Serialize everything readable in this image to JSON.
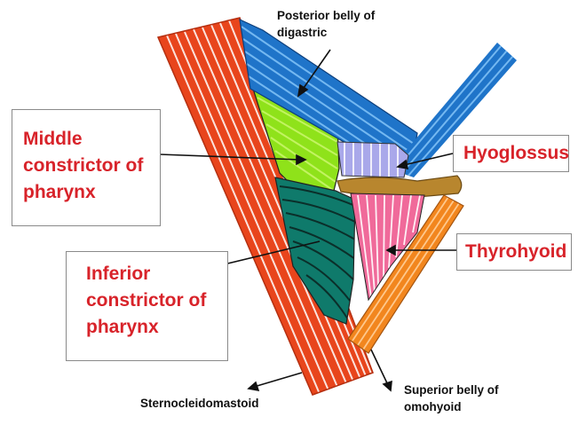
{
  "labels": {
    "posterior_belly_digastric": "Posterior belly of\ndigastric",
    "middle_constrictor": "Middle\nconstrictor of\npharynx",
    "hyoglossus": "Hyoglossus",
    "thyrohyoid": "Thyrohyoid",
    "inferior_constrictor": "Inferior\nconstrictor of\npharynx",
    "sternocleidomastoid": "Sternocleidomastoid",
    "superior_belly_omohyoid": "Superior belly of\nomohyoid"
  },
  "colors": {
    "label_red": "#d8232a",
    "box_border": "#8a8a8a",
    "sternocleidomastoid": "#e8451c",
    "digastric": "#1f74c9",
    "middle_constrictor": "#8fe21a",
    "inferior_constrictor": "#0f7a6b",
    "hyoglossus": "#a9a8ea",
    "thyrohyoid": "#f06a9a",
    "omohyoid": "#f2861e",
    "hyoid": "#b8862e"
  }
}
